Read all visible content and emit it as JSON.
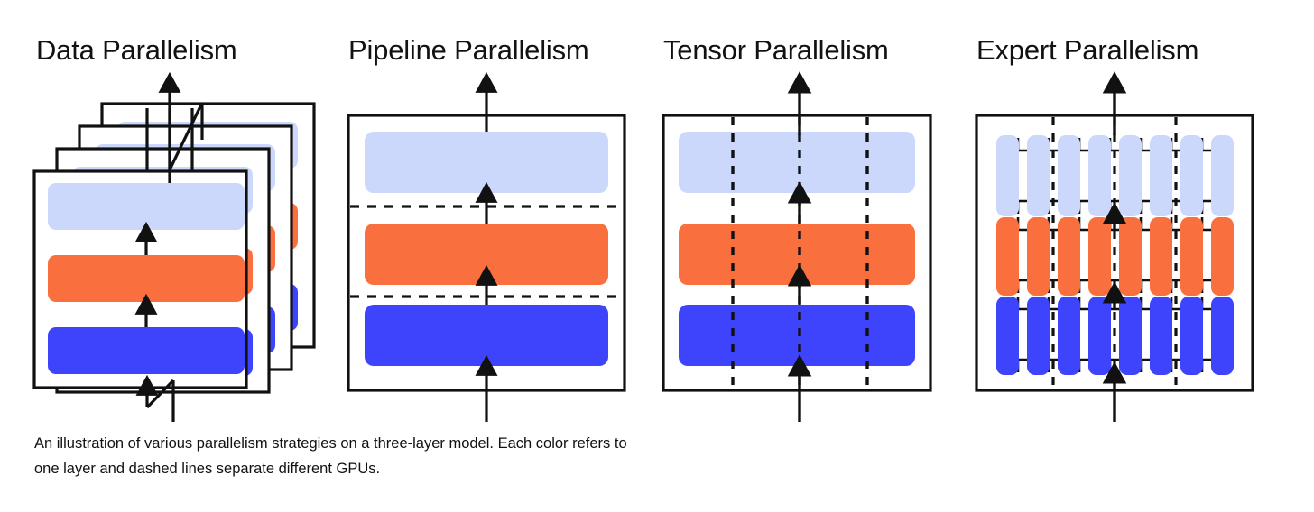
{
  "figure": {
    "panels": [
      {
        "id": "data-parallelism",
        "title": "Data Parallelism"
      },
      {
        "id": "pipeline-parallelism",
        "title": "Pipeline Parallelism"
      },
      {
        "id": "tensor-parallelism",
        "title": "Tensor Parallelism"
      },
      {
        "id": "expert-parallelism",
        "title": "Expert Parallelism"
      }
    ],
    "caption_line1": "An illustration of various parallelism strategies on a three-layer model. Each color refers to",
    "caption_line2": "one layer and dashed lines separate different GPUs.",
    "layers": [
      {
        "name": "layer-3-top",
        "color": "#CBD8FB"
      },
      {
        "name": "layer-2-middle",
        "color": "#FA6F3E"
      },
      {
        "name": "layer-1-bottom",
        "color": "#3D44FB"
      }
    ],
    "colors": {
      "stroke": "#111111",
      "background": "#FFFFFF",
      "layer_top": "#CBD8FB",
      "layer_middle": "#FA6F3E",
      "layer_bottom": "#3D44FB"
    },
    "details": {
      "data_parallelism_replicas": 4,
      "pipeline_dashed_separators": 2,
      "tensor_dashed_separators": 3,
      "expert_dashed_separators": 3,
      "experts_per_layer": 8,
      "layer_count": 3
    }
  }
}
